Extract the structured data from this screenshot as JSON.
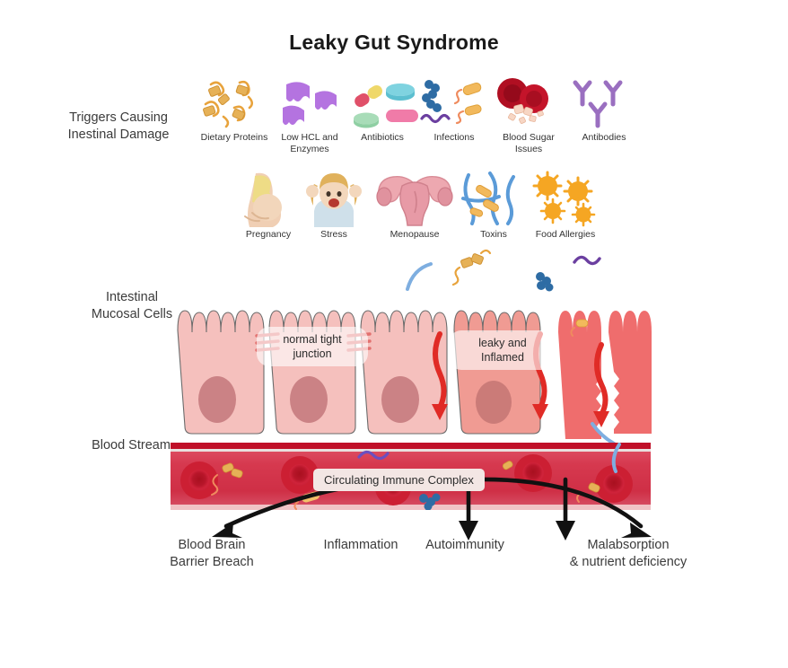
{
  "title": "Leaky Gut Syndrome",
  "row_labels": {
    "triggers": "Triggers Causing\nInestinal Damage",
    "triggers_line1": "Triggers Causing",
    "triggers_line2": "Inestinal Damage",
    "mucosa_line1": "Intestinal",
    "mucosa_line2": "Mucosal Cells",
    "blood": "Blood Stream"
  },
  "triggers_row1": [
    {
      "label": "Dietary Proteins",
      "icon": "protein-strands-icon",
      "color": "#e0a94a"
    },
    {
      "label": "Low HCL and",
      "label2": "Enzymes",
      "icon": "enzyme-blobs-icon",
      "color": "#b473e0"
    },
    {
      "label": "Antibiotics",
      "icon": "pills-capsules-icon",
      "color": "#7fd3e0"
    },
    {
      "label": "Infections",
      "icon": "bacteria-virus-icon",
      "color": "#2e6ca4"
    },
    {
      "label": "Blood Sugar",
      "label2": "Issues",
      "icon": "blood-sugar-cells-icon",
      "color": "#c0172b"
    },
    {
      "label": "Antibodies",
      "icon": "antibody-y-icon",
      "color": "#9a6fc0"
    }
  ],
  "triggers_row2": [
    {
      "label": "Pregnancy",
      "icon": "pregnant-woman-icon",
      "color": "#e8d98a"
    },
    {
      "label": "Stress",
      "icon": "stressed-woman-icon",
      "color": "#cfd9e4"
    },
    {
      "label": "Menopause",
      "icon": "uterus-icon",
      "color": "#e9a3ad"
    },
    {
      "label": "Toxins",
      "icon": "toxins-fibers-icon",
      "color": "#5b9bd8"
    },
    {
      "label": "Food Allergies",
      "icon": "allergen-spheres-icon",
      "color": "#f5a623"
    }
  ],
  "epithelium": {
    "normal_label_line1": "normal tight",
    "normal_label_line2": "junction",
    "leaky_label_line1": "leaky and",
    "leaky_label_line2": "Inflamed",
    "healthy_cell_color": "#f5c0bd",
    "nucleus_color": "#cb8285",
    "inflamed_cell_color": "#f09b93",
    "damaged_cell_color": "#ef6d6d",
    "tight_junction_color": "#e2706e",
    "leak_arrow_color": "#e02b26"
  },
  "blood_stream": {
    "circulating_label": "Circulating Immune Complex",
    "plasma_color": "#d6394f",
    "border_color": "#c01028",
    "rbc_color": "#cc1f33"
  },
  "outcomes": [
    {
      "line1": "Blood Brain",
      "line2": "Barrier Breach"
    },
    {
      "line1": "Inflammation",
      "line2": ""
    },
    {
      "line1": "Autoimmunity",
      "line2": ""
    },
    {
      "line1": "Malabsorption",
      "line2": "& nutrient deficiency"
    }
  ]
}
